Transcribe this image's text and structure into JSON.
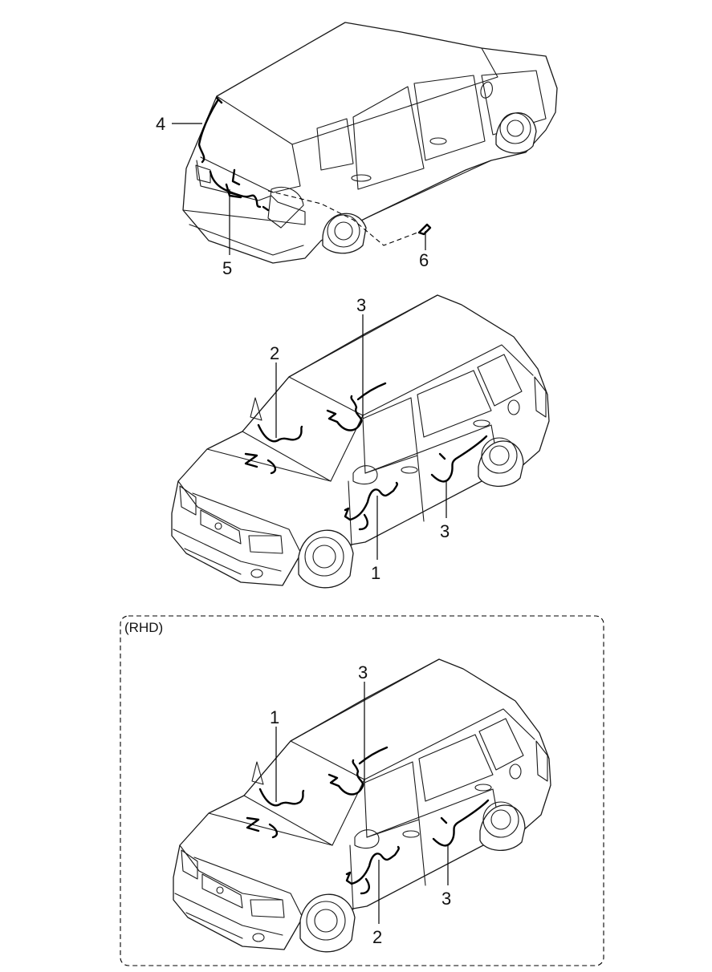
{
  "callouts": {
    "rear": {
      "c4": "4",
      "c5": "5",
      "c6": "6"
    },
    "lhd": {
      "c2": "2",
      "c3a": "3",
      "c3b": "3",
      "c1": "1"
    },
    "rhd": {
      "c1": "1",
      "c3a": "3",
      "c3b": "3",
      "c2": "2"
    }
  },
  "rhd_box": {
    "label": "(RHD)"
  }
}
